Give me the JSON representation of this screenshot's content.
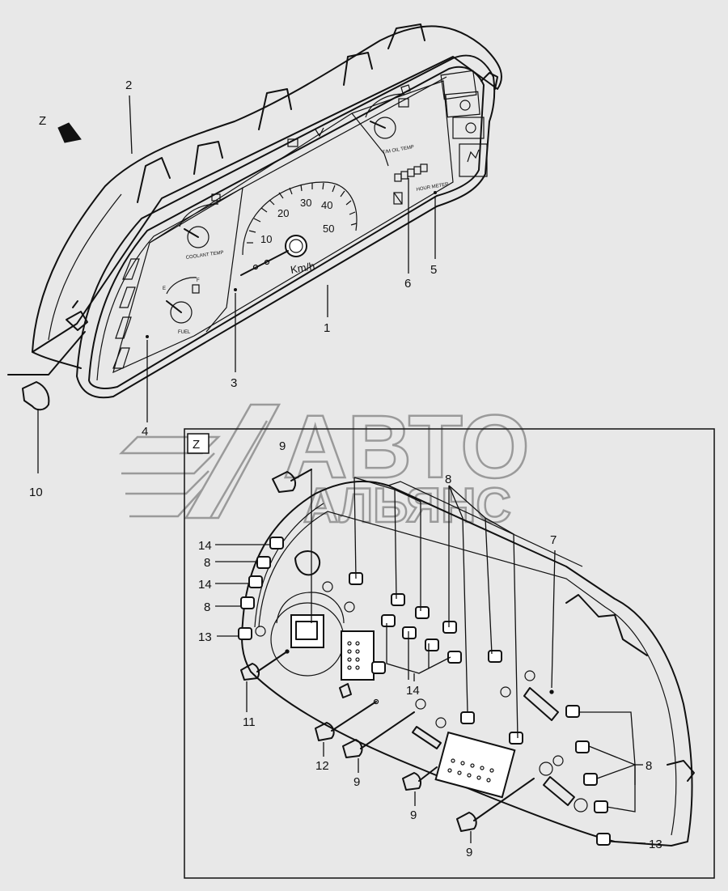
{
  "view_marker": "Z",
  "detail_label": "Z",
  "watermark": {
    "line1": "АВТО",
    "line2": "АЛЬЯНС"
  },
  "speedometer": {
    "ticks": [
      "10",
      "20",
      "30",
      "40",
      "50"
    ],
    "unit": "Km/h"
  },
  "gauges": {
    "coolant": "COOLANT TEMP",
    "fuel": "FUEL",
    "fuel_empty": "E",
    "fuel_full": "F",
    "oil": "T/M OIL TEMP",
    "hour_meter": "HOUR METER"
  },
  "callouts": {
    "c1": "1",
    "c2": "2",
    "c3": "3",
    "c4": "4",
    "c5": "5",
    "c6": "6",
    "c7": "7",
    "c10": "10",
    "c11": "11",
    "c12": "12",
    "c9a": "9",
    "c9b": "9",
    "c9c": "9",
    "c9d": "9",
    "c8a": "8",
    "c8b": "8",
    "c8c": "8",
    "c8d": "8",
    "c14a": "14",
    "c14b": "14",
    "c14c": "14",
    "c13a": "13",
    "c13b": "13"
  },
  "colors": {
    "background": "#e8e8e8",
    "line": "#111111",
    "watermark": "#9a9a9a"
  }
}
